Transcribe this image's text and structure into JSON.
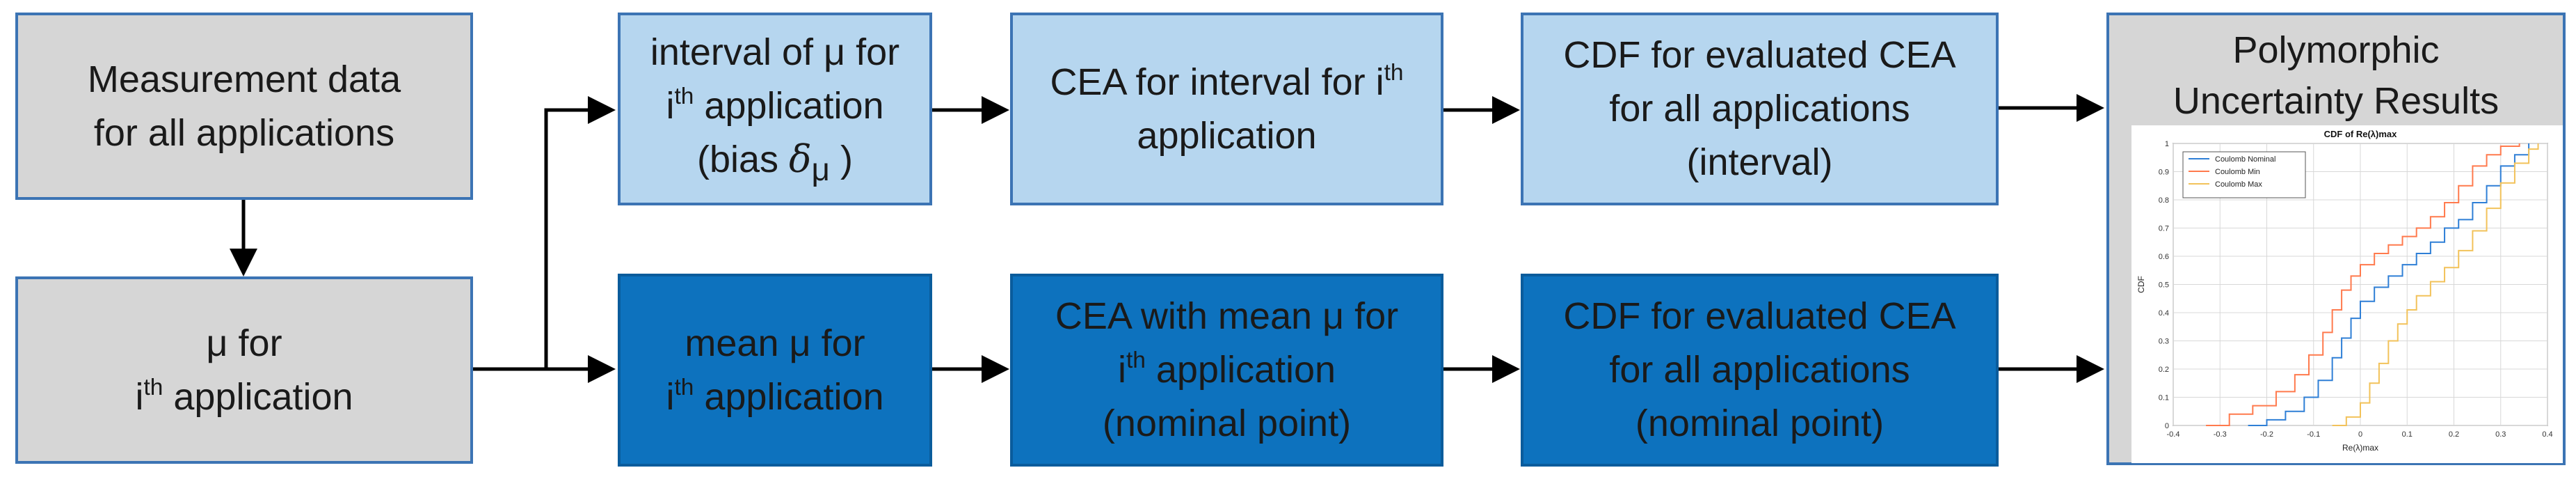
{
  "boxes": {
    "measurement": {
      "line1": "Measurement data",
      "line2": "for all applications"
    },
    "mu_app": {
      "line1": "μ for",
      "line2_pre": "i",
      "line2_sup": "th",
      "line2_post": " application"
    },
    "interval_mu": {
      "line1": "interval of μ for",
      "line2_pre": "i",
      "line2_sup": "th",
      "line2_post": " application",
      "line3_pre": "(bias ",
      "line3_sym": "δ",
      "line3_sub": "μ",
      "line3_post": " )"
    },
    "cea_interval": {
      "line1_pre": "CEA for interval for i",
      "line1_sup": "th",
      "line2": "application"
    },
    "cdf_interval": {
      "line1": "CDF for evaluated CEA",
      "line2": "for all applications",
      "line3": "(interval)"
    },
    "mean_mu": {
      "line1": "mean μ for",
      "line2_pre": "i",
      "line2_sup": "th",
      "line2_post": " application"
    },
    "cea_mean": {
      "line1": "CEA with mean μ for",
      "line2_pre": "i",
      "line2_sup": "th",
      "line2_post": " application",
      "line3": "(nominal point)"
    },
    "cdf_nominal": {
      "line1": "CDF for evaluated CEA",
      "line2": "for all applications",
      "line3": "(nominal point)"
    },
    "results": {
      "line1": "Polymorphic",
      "line2": "Uncertainty Results"
    }
  },
  "colors": {
    "gray_box": "#d6d6d6",
    "light_box": "#b6d6ef",
    "dark_box": "#0d72be",
    "border": "#3c74b4"
  },
  "chart_data": {
    "type": "line",
    "title": "CDF of Re(λ)max",
    "xlabel": "Re(λ)max",
    "ylabel": "CDF",
    "xlim": [
      -0.4,
      0.4
    ],
    "ylim": [
      0,
      1
    ],
    "xticks": [
      "-0.4",
      "-0.3",
      "-0.2",
      "-0.1",
      "0",
      "0.1",
      "0.2",
      "0.3",
      "0.4"
    ],
    "yticks": [
      "0",
      "0.1",
      "0.2",
      "0.3",
      "0.4",
      "0.5",
      "0.6",
      "0.7",
      "0.8",
      "0.9",
      "1"
    ],
    "grid": true,
    "legend_position": "top-left",
    "series": [
      {
        "name": "Coulomb Nominal",
        "color": "#2f7fd6",
        "x": [
          -0.24,
          -0.2,
          -0.16,
          -0.12,
          -0.09,
          -0.06,
          -0.04,
          -0.02,
          0.0,
          0.03,
          0.06,
          0.09,
          0.12,
          0.15,
          0.18,
          0.21,
          0.24,
          0.27,
          0.3,
          0.33,
          0.36
        ],
        "y": [
          0.0,
          0.02,
          0.05,
          0.1,
          0.16,
          0.24,
          0.31,
          0.38,
          0.44,
          0.49,
          0.53,
          0.57,
          0.61,
          0.65,
          0.7,
          0.73,
          0.79,
          0.85,
          0.92,
          0.96,
          1.0
        ]
      },
      {
        "name": "Coulomb Min",
        "color": "#ff7a4d",
        "x": [
          -0.33,
          -0.28,
          -0.23,
          -0.18,
          -0.14,
          -0.11,
          -0.08,
          -0.06,
          -0.04,
          -0.02,
          0.0,
          0.03,
          0.06,
          0.09,
          0.12,
          0.15,
          0.18,
          0.21,
          0.24,
          0.27,
          0.3,
          0.34
        ],
        "y": [
          0.0,
          0.04,
          0.07,
          0.12,
          0.18,
          0.25,
          0.33,
          0.41,
          0.48,
          0.53,
          0.57,
          0.61,
          0.64,
          0.67,
          0.7,
          0.74,
          0.79,
          0.85,
          0.92,
          0.96,
          0.99,
          1.0
        ]
      },
      {
        "name": "Coulomb Max",
        "color": "#f2c25a",
        "x": [
          -0.06,
          -0.03,
          0.0,
          0.02,
          0.04,
          0.06,
          0.08,
          0.1,
          0.12,
          0.15,
          0.18,
          0.21,
          0.24,
          0.27,
          0.3,
          0.33,
          0.36,
          0.38
        ],
        "y": [
          0.0,
          0.03,
          0.08,
          0.15,
          0.22,
          0.3,
          0.36,
          0.41,
          0.46,
          0.51,
          0.56,
          0.62,
          0.69,
          0.77,
          0.86,
          0.93,
          0.98,
          1.0
        ]
      }
    ]
  }
}
